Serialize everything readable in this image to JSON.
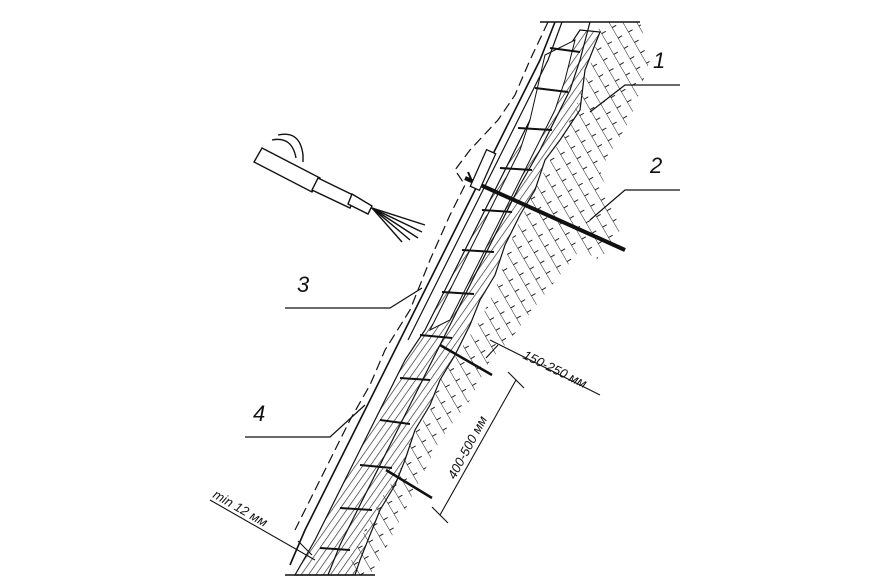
{
  "callouts": {
    "c1": "1",
    "c2": "2",
    "c3": "3",
    "c4": "4"
  },
  "dimensions": {
    "anchor_depth": "150-250 мм",
    "anchor_spacing": "400-500 мм",
    "min_thickness": "min 12 мм"
  },
  "colors": {
    "ink": "#111111",
    "background": "#ffffff"
  },
  "icons": [
    "spray-nozzle-icon",
    "soil-hatching",
    "anchor-bar",
    "mesh-reinforcement"
  ]
}
